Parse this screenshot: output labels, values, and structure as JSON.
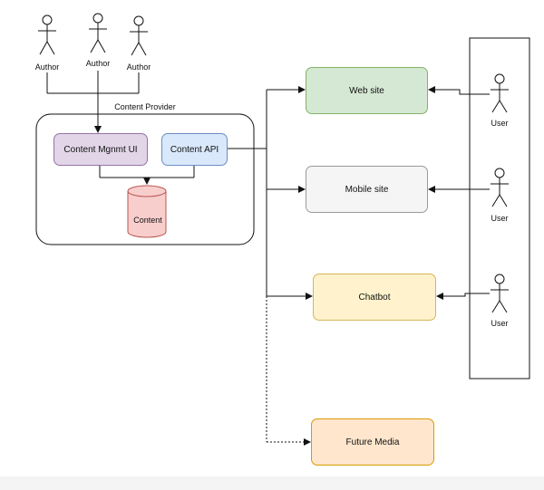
{
  "diagram": {
    "provider": {
      "label": "Content Provider"
    },
    "authors": [
      {
        "label": "Author"
      },
      {
        "label": "Author"
      },
      {
        "label": "Author"
      }
    ],
    "nodes": {
      "content_mgmt_ui": {
        "label": "Content Mgnmt UI",
        "fill": "#e1d5e7",
        "stroke": "#9673a6"
      },
      "content_api": {
        "label": "Content API",
        "fill": "#dae8fc",
        "stroke": "#6c8ebf"
      },
      "content_db": {
        "label": "Content",
        "fill": "#f8cecc",
        "stroke": "#b85450"
      },
      "web_site": {
        "label": "Web site",
        "fill": "#d5e8d4",
        "stroke": "#82b366"
      },
      "mobile_site": {
        "label": "Mobile site",
        "fill": "#f5f5f5",
        "stroke": "#9a9a9a"
      },
      "chatbot": {
        "label": "Chatbot",
        "fill": "#fff2cc",
        "stroke": "#d6b656"
      },
      "future_media": {
        "label": "Future Media",
        "fill": "#ffe6cc",
        "stroke": "#d79b00"
      }
    },
    "users": [
      {
        "label": "User"
      },
      {
        "label": "User"
      },
      {
        "label": "User"
      }
    ]
  }
}
